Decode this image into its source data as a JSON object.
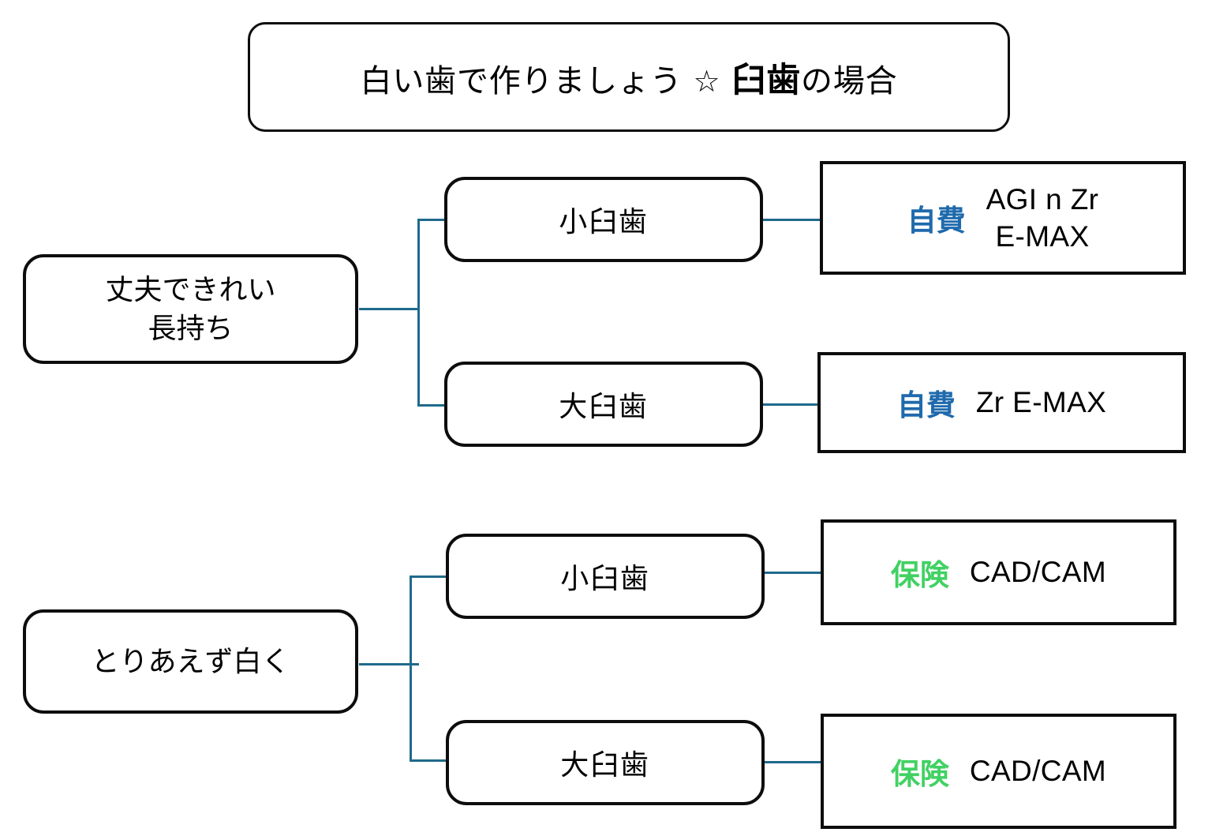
{
  "title": {
    "lead": "白い歯で作りましょう",
    "star": "☆",
    "strong": "臼歯",
    "tail": "の場合"
  },
  "colors": {
    "self_pay_blue": "#1F6AAC",
    "insurance_green": "#41D163",
    "connector_teal": "#1F6A8C",
    "box_border": "#0D0D0D",
    "background": "#FFFFFF"
  },
  "branches": [
    {
      "root": "丈夫できれい\n長持ち",
      "children": [
        {
          "tooth": "小臼歯",
          "coverage_tag": "自費",
          "coverage_type": "self_pay",
          "materials": "AGI n  Zr\nE-MAX"
        },
        {
          "tooth": "大臼歯",
          "coverage_tag": "自費",
          "coverage_type": "self_pay",
          "materials": "Zr E-MAX"
        }
      ]
    },
    {
      "root": "とりあえず白く",
      "children": [
        {
          "tooth": "小臼歯",
          "coverage_tag": "保険",
          "coverage_type": "insurance",
          "materials": "CAD/CAM"
        },
        {
          "tooth": "大臼歯",
          "coverage_tag": "保険",
          "coverage_type": "insurance",
          "materials": "CAD/CAM"
        }
      ]
    }
  ]
}
